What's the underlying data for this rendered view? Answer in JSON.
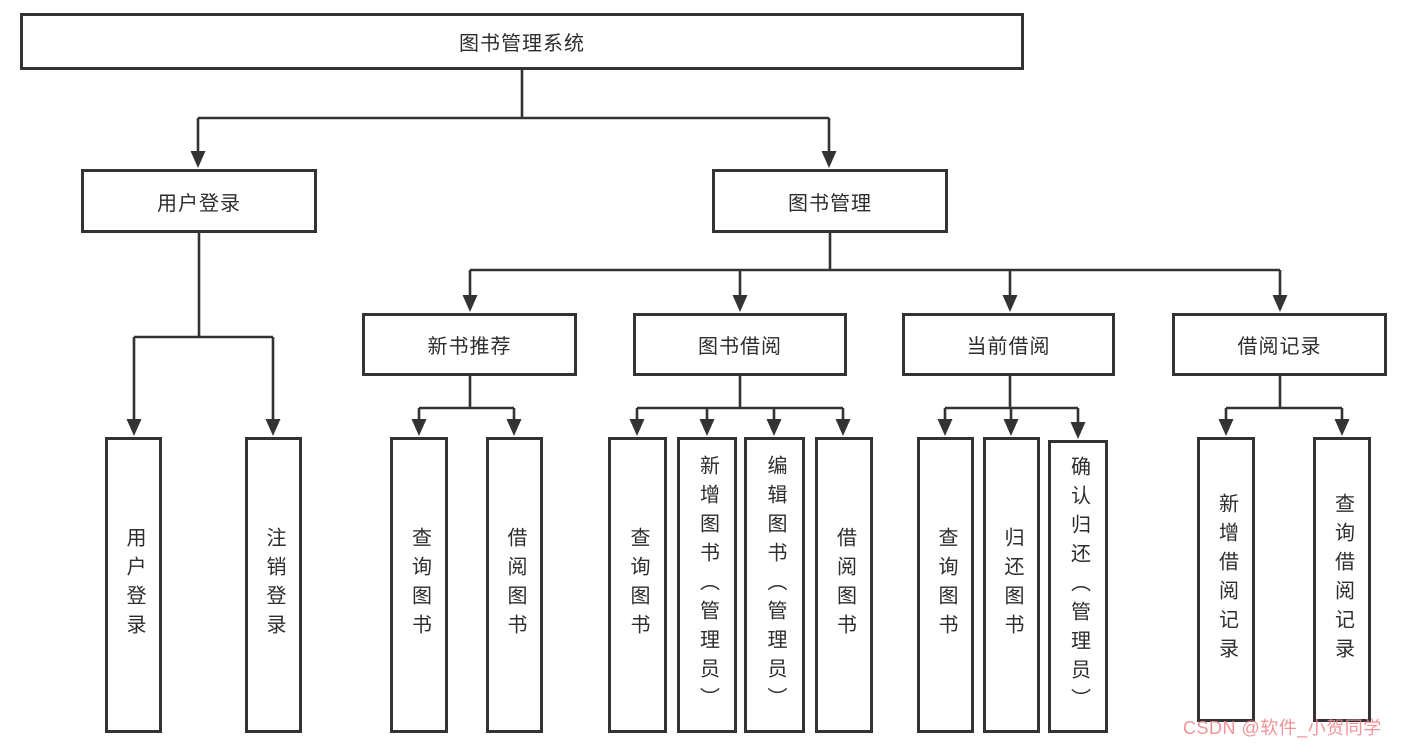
{
  "tree": {
    "label": "图书管理系统",
    "children": [
      {
        "label": "用户登录",
        "children": [
          {
            "label": "用户登录"
          },
          {
            "label": "注销登录"
          }
        ]
      },
      {
        "label": "图书管理",
        "children": [
          {
            "label": "新书推荐",
            "children": [
              {
                "label": "查询图书"
              },
              {
                "label": "借阅图书"
              }
            ]
          },
          {
            "label": "图书借阅",
            "children": [
              {
                "label": "查询图书"
              },
              {
                "label": "新增图书（管理员）"
              },
              {
                "label": "编辑图书（管理员）"
              },
              {
                "label": "借阅图书"
              }
            ]
          },
          {
            "label": "当前借阅",
            "children": [
              {
                "label": "查询图书"
              },
              {
                "label": "归还图书"
              },
              {
                "label": "确认归还（管理员）"
              }
            ]
          },
          {
            "label": "借阅记录",
            "children": [
              {
                "label": "新增借阅记录"
              },
              {
                "label": "查询借阅记录"
              }
            ]
          }
        ]
      }
    ]
  },
  "watermark": {
    "text": "CSDN @软件_小贺同学"
  },
  "colors": {
    "line": "#333333",
    "box_border": "#333333",
    "text": "#2d2d2d",
    "watermark": "#ef858c",
    "background": "#ffffff"
  }
}
